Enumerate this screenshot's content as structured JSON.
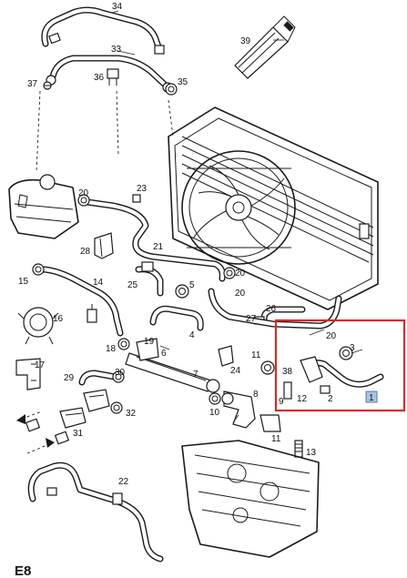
{
  "figure_label": "E8",
  "highlight": {
    "selected_part": "1",
    "color": "#d62a2a"
  },
  "parts": [
    "1",
    "2",
    "3",
    "4",
    "5",
    "6",
    "7",
    "8",
    "9",
    "10",
    "11",
    "12",
    "13",
    "14",
    "15",
    "16",
    "17",
    "18",
    "19",
    "20",
    "21",
    "22",
    "23",
    "24",
    "25",
    "26",
    "27",
    "28",
    "29",
    "30",
    "31",
    "32",
    "33",
    "34",
    "35",
    "36",
    "37",
    "38",
    "39"
  ]
}
